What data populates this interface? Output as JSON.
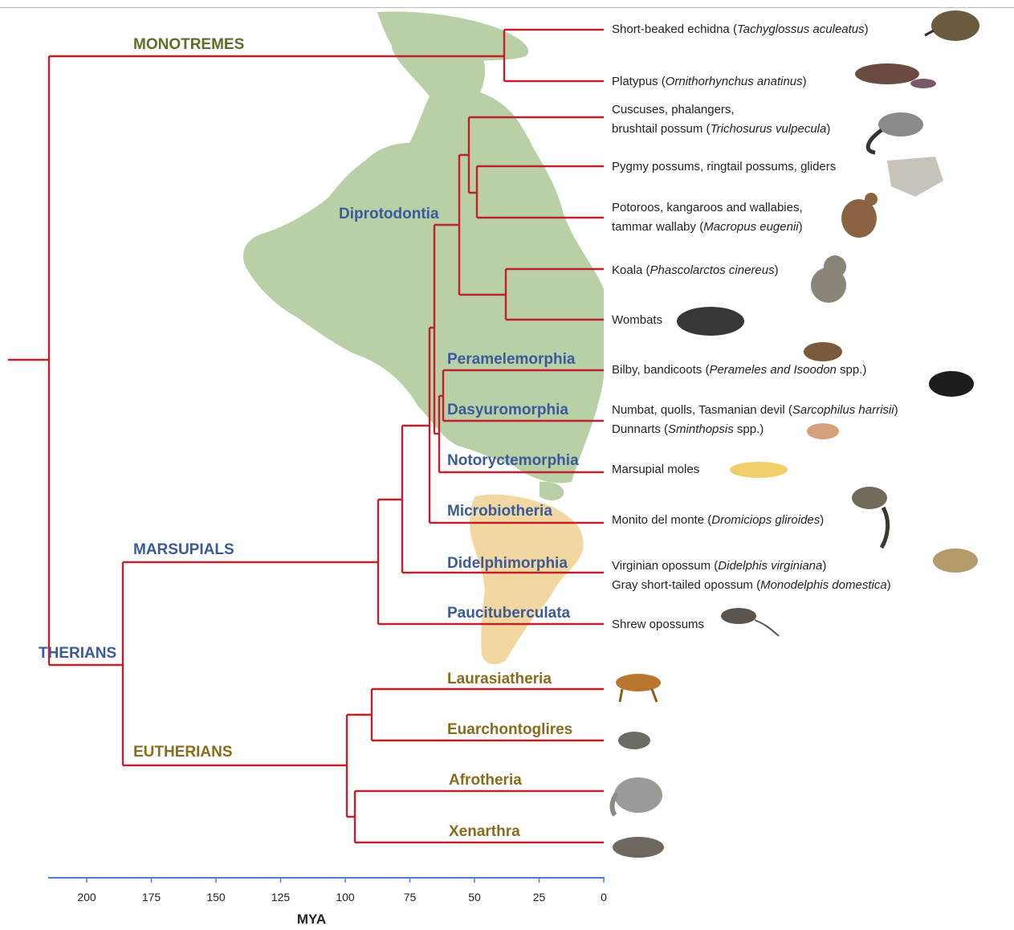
{
  "colors": {
    "tree": "#c0202b",
    "monotreme_text": "#5b6e2a",
    "marsupial_text": "#3a5a9a",
    "eutherian_text": "#8a6b1d",
    "australia": "#b9d0a6",
    "south_america": "#f2d7a0",
    "axis": "#4a7fd0"
  },
  "clades": {
    "monotremes": "MONOTREMES",
    "therians": "THERIANS",
    "marsupials": "MARSUPIALS",
    "eutherians": "EUTHERIANS",
    "diprotodontia": "Diprotodontia",
    "peramelemorphia": "Peramelemorphia",
    "dasyuromorphia": "Dasyuromorphia",
    "notoryctemorphia": "Notoryctemorphia",
    "microbiotheria": "Microbiotheria",
    "didelphimorphia": "Didelphimorphia",
    "paucituberculata": "Paucituberculata",
    "laurasiatheria": "Laurasiatheria",
    "euarchontoglires": "Euarchontoglires",
    "afrotheria": "Afrotheria",
    "xenarthra": "Xenarthra"
  },
  "taxa": {
    "echidna": {
      "common": "Short-beaked echidna (",
      "sci": "Tachyglossus aculeatus",
      "end": ")"
    },
    "platypus": {
      "common": "Platypus (",
      "sci": "Ornithorhynchus anatinus",
      "end": ")"
    },
    "cuscuses_1": "Cuscuses, phalangers,",
    "cuscuses_2": {
      "common": "brushtail possum (",
      "sci": "Trichosurus vulpecula",
      "end": ")"
    },
    "pygmy": "Pygmy possums, ringtail possums, gliders",
    "potoroos_1": "Potoroos, kangaroos and wallabies,",
    "potoroos_2": {
      "common": "tammar wallaby (",
      "sci": "Macropus eugenii",
      "end": ")"
    },
    "koala": {
      "common": "Koala (",
      "sci": "Phascolarctos cinereus",
      "end": ")"
    },
    "wombats": "Wombats",
    "bilby": {
      "common": "Bilby, bandicoots (",
      "sci": "Perameles and Isoodon",
      "end": " spp.)"
    },
    "numbat": {
      "common": "Numbat, quolls, Tasmanian devil (",
      "sci": "Sarcophilus harrisii",
      "end": ")"
    },
    "dunnarts": {
      "common": "Dunnarts (",
      "sci": "Sminthopsis",
      "end": " spp.)"
    },
    "moles": "Marsupial moles",
    "monito": {
      "common": "Monito del monte (",
      "sci": "Dromiciops gliroides",
      "end": ")"
    },
    "virginian": {
      "common": "Virginian opossum (",
      "sci": "Didelphis virginiana",
      "end": ")"
    },
    "gray": {
      "common": "Gray short-tailed opossum (",
      "sci": "Monodelphis domestica",
      "end": ")"
    },
    "shrew": "Shrew opossums"
  },
  "axis": {
    "label": "MYA",
    "ticks": [
      200,
      175,
      150,
      125,
      100,
      75,
      50,
      25,
      0
    ]
  },
  "icons": [
    "echidna-icon",
    "platypus-icon",
    "possum-icon",
    "glider-icon",
    "wallaby-icon",
    "koala-icon",
    "wombat-icon",
    "bandicoot-icon",
    "tasmanian-devil-icon",
    "dunnart-icon",
    "mole-icon",
    "monito-icon",
    "opossum-icon",
    "shrew-opossum-icon",
    "dog-icon",
    "mouse-icon",
    "elephant-icon",
    "armadillo-icon"
  ]
}
